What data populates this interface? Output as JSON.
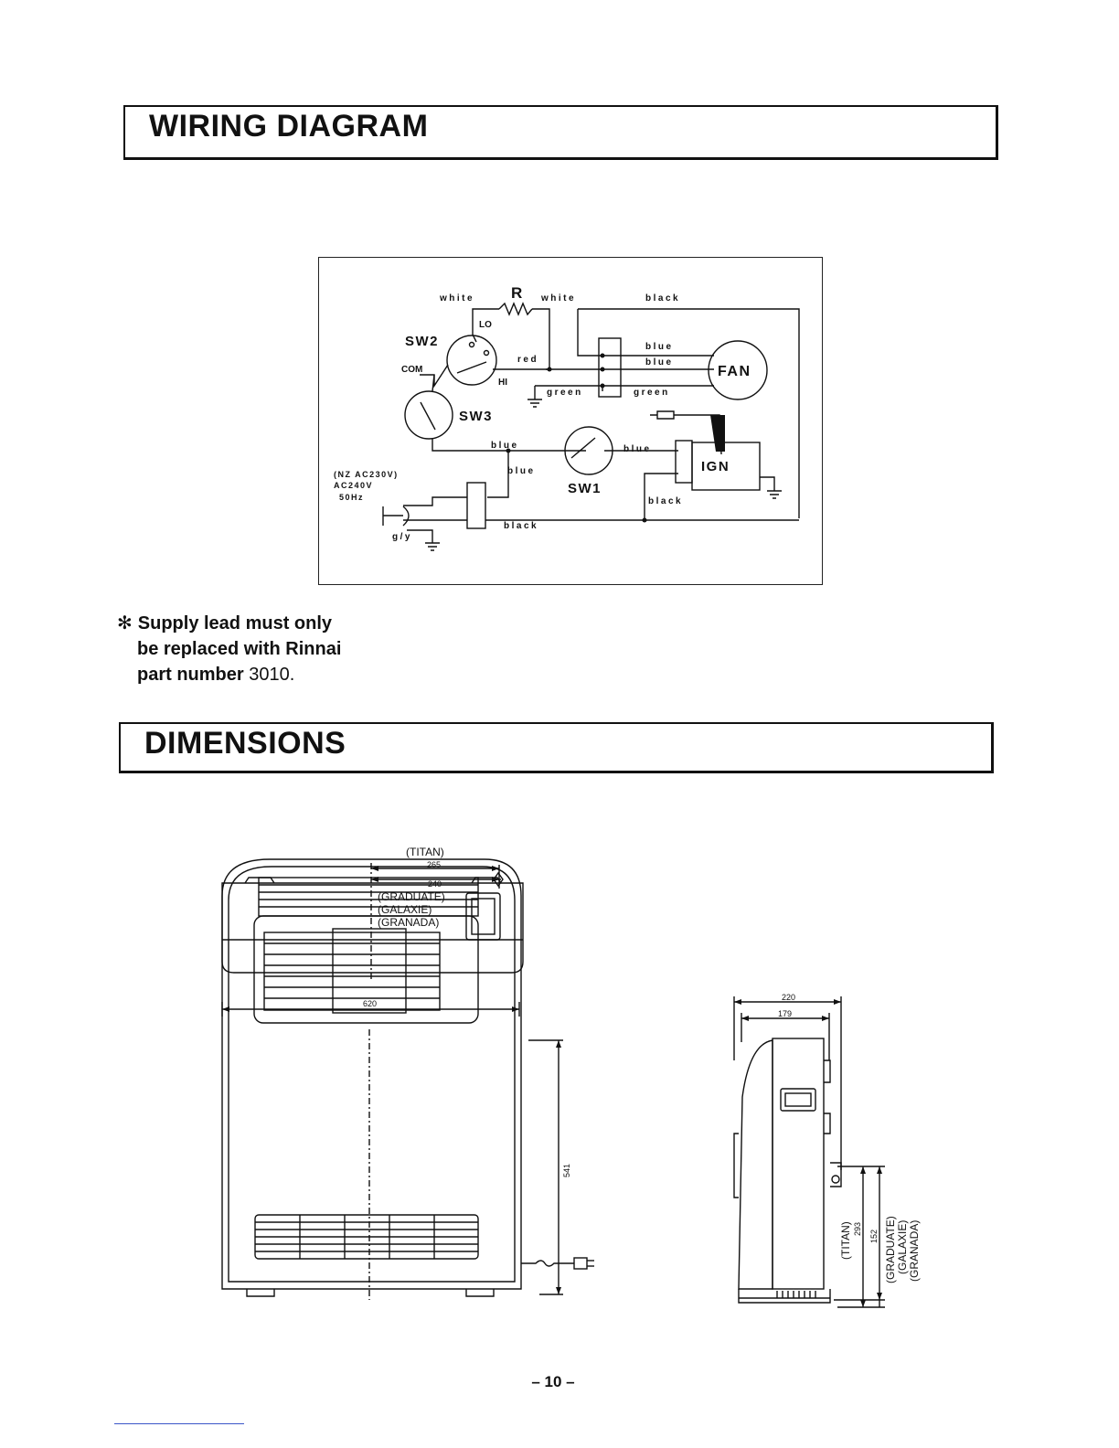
{
  "headers": {
    "wiring": "WIRING DIAGRAM",
    "dimensions": "DIMENSIONS"
  },
  "wiring": {
    "wires": {
      "white_left": "white",
      "white_right": "white",
      "black_top": "black",
      "blue_fan_1": "blue",
      "blue_fan_2": "blue",
      "red": "red",
      "green_left": "green",
      "green_right": "green",
      "blue_center": "blue",
      "blue_vertical": "blue",
      "blue_sw1": "blue",
      "black_bottom": "black",
      "black_ign": "black",
      "gy": "g/y"
    },
    "components": {
      "resistor": "R",
      "sw2": "SW2",
      "sw3": "SW3",
      "sw1": "SW1",
      "lo": "LO",
      "hi": "HI",
      "com": "COM",
      "fan": "FAN",
      "ign": "IGN"
    },
    "supply": {
      "nz": "(NZ AC230V)",
      "voltage": "AC240V",
      "freq": "50Hz"
    }
  },
  "note": {
    "asterisk": "✻",
    "line1": "Supply lead must only",
    "line2": "be replaced with Rinnai",
    "line3_text": "part number",
    "line3_num": "3010."
  },
  "dimensions": {
    "titan": "(TITAN)",
    "dim_265": "265",
    "dim_240": "240",
    "graduate": "(GRADUATE)",
    "galaxie": "(GALAXIE)",
    "granada": "(GRANADA)",
    "dim_620": "620",
    "dim_541": "541",
    "dim_220": "220",
    "dim_179": "179",
    "side_titan": "(TITAN)",
    "dim_293": "293",
    "dim_152": "152",
    "side_graduate": "(GRADUATE)",
    "side_galaxie": "(GALAXIE)",
    "side_granada": "(GRANADA)"
  },
  "page_number": "– 10 –"
}
